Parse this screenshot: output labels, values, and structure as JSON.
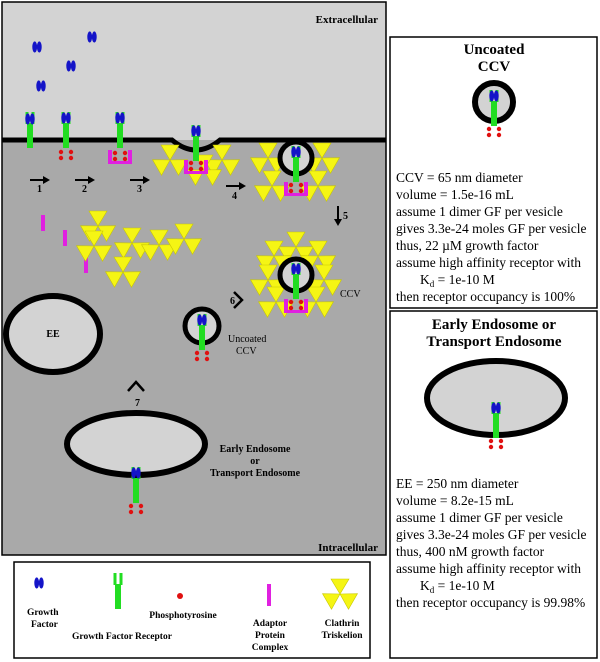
{
  "cell": {
    "extracellular_label": "Extracellular",
    "intracellular_label": "Intracellular",
    "steps": [
      "1",
      "2",
      "3",
      "4",
      "5",
      "6",
      "7"
    ],
    "ccv_label": "CCV",
    "uncoated_label": [
      "Uncoated",
      "CCV"
    ],
    "ee_label": "EE",
    "early_endosome_label": [
      "Early Endosome",
      "or",
      "Transport Endosome"
    ]
  },
  "legend": {
    "growth_factor": [
      "Growth",
      "Factor"
    ],
    "receptor": "Growth Factor Receptor",
    "phosphotyrosine": "Phosphotyrosine",
    "adaptor": [
      "Adaptor",
      "Protein",
      "Complex"
    ],
    "clathrin": [
      "Clathrin",
      "Triskelion"
    ]
  },
  "panel_ccv": {
    "title": [
      "Uncoated",
      "CCV"
    ],
    "lines": [
      "CCV = 65 nm diameter",
      "volume = 1.5e-16 mL",
      "assume 1 dimer GF per vesicle",
      "gives 3.3e-24 moles GF per vesicle",
      "thus, 22 µM growth factor",
      "assume high affinity receptor with",
      "then receptor occupancy is 100%"
    ],
    "kd": {
      "prefix": "K",
      "sub": "d",
      "suffix": " = 1e-10 M"
    }
  },
  "panel_ee": {
    "title": [
      "Early Endosome or",
      "Transport Endosome"
    ],
    "lines": [
      "EE = 250 nm diameter",
      "volume = 8.2e-15 mL",
      "assume 1 dimer GF per vesicle",
      "gives 3.3e-24 moles GF per vesicle",
      "thus, 400 nM growth factor",
      "assume high affinity receptor with",
      "then receptor occupancy is 99.98%"
    ],
    "kd": {
      "prefix": "K",
      "sub": "d",
      "suffix": " = 1e-10 M"
    }
  },
  "colors": {
    "extracellular": "#d3d3d3",
    "intracellular": "#a9a9a9",
    "membrane": "#000000",
    "growth_factor": "#1414c8",
    "receptor": "#22dd22",
    "phosphotyrosine": "#e01010",
    "adaptor": "#e020e0",
    "clathrin": "#f5f514",
    "vesicle_lumen": "#d3d3d3"
  }
}
